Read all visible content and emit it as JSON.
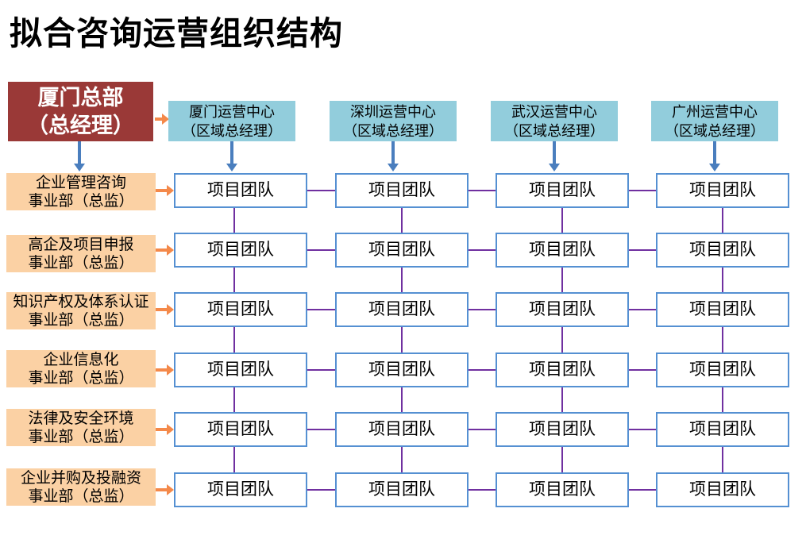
{
  "title": "拟合咨询运营组织结构",
  "hq": {
    "line1": "厦门总部",
    "line2": "（总经理）"
  },
  "centers": [
    {
      "line1": "厦门运营中心",
      "line2": "（区域总经理）"
    },
    {
      "line1": "深圳运营中心",
      "line2": "（区域总经理）"
    },
    {
      "line1": "武汉运营中心",
      "line2": "（区域总经理）"
    },
    {
      "line1": "广州运营中心",
      "line2": "（区域总经理）"
    }
  ],
  "departments": [
    {
      "line1": "企业管理咨询",
      "line2": "事业部（总监）"
    },
    {
      "line1": "高企及项目申报",
      "line2": "事业部（总监）"
    },
    {
      "line1": "知识产权及体系认证",
      "line2": "事业部（总监）"
    },
    {
      "line1": "企业信息化",
      "line2": "事业部（总监）"
    },
    {
      "line1": "法律及安全环境",
      "line2": "事业部（总监）"
    },
    {
      "line1": "企业并购及投融资",
      "line2": "事业部（总监）"
    }
  ],
  "grid": {
    "team_label": "项目团队",
    "rows": 6,
    "cols": 4
  },
  "colors": {
    "hq_bg": "#9a3937",
    "center_bg": "#92cddc",
    "dept_bg": "#fbd1a4",
    "team_border": "#5590d2",
    "connector": "#7030a0",
    "arrow_orange": "#f4894a",
    "arrow_blue": "#4a7ebe"
  }
}
